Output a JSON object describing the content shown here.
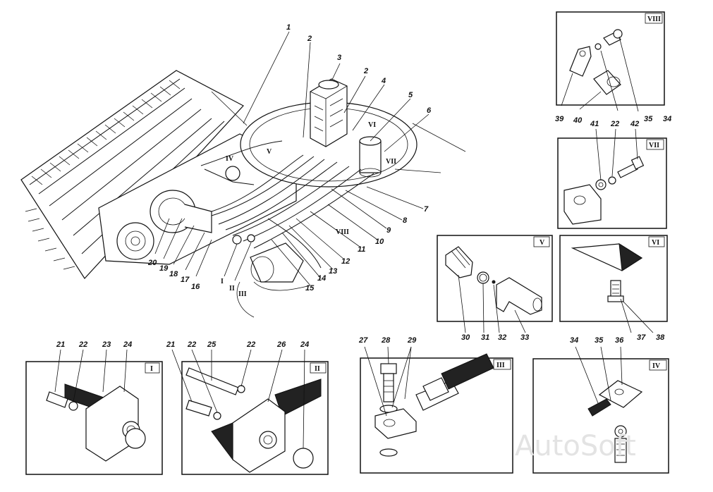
{
  "main_view": {
    "callouts": [
      "1",
      "2",
      "3",
      "2",
      "4",
      "5",
      "6",
      "7",
      "8",
      "9",
      "10",
      "11",
      "12",
      "13",
      "14",
      "15",
      "16",
      "17",
      "18",
      "19",
      "20"
    ],
    "roman_marks": [
      "I",
      "II",
      "III",
      "IV",
      "V",
      "VI",
      "VII",
      "VIII"
    ]
  },
  "panels": [
    {
      "id": "VIII",
      "callouts": [
        "39",
        "40",
        "35",
        "34"
      ]
    },
    {
      "id": "VII",
      "callouts": [
        "41",
        "22",
        "42"
      ]
    },
    {
      "id": "V",
      "callouts": [
        "30",
        "31",
        "32",
        "33"
      ]
    },
    {
      "id": "VI",
      "callouts": [
        "37",
        "38"
      ]
    },
    {
      "id": "I",
      "callouts": [
        "21",
        "22",
        "23",
        "24"
      ]
    },
    {
      "id": "II",
      "callouts": [
        "21",
        "22",
        "25",
        "22",
        "26",
        "24"
      ]
    },
    {
      "id": "III",
      "callouts": [
        "27",
        "28",
        "29"
      ]
    },
    {
      "id": "IV",
      "callouts": [
        "34",
        "35",
        "36"
      ]
    }
  ],
  "watermark": "AutoSoft",
  "colors": {
    "ink": "#111111",
    "paper": "#ffffff",
    "watermark": "#e3e3e3"
  }
}
